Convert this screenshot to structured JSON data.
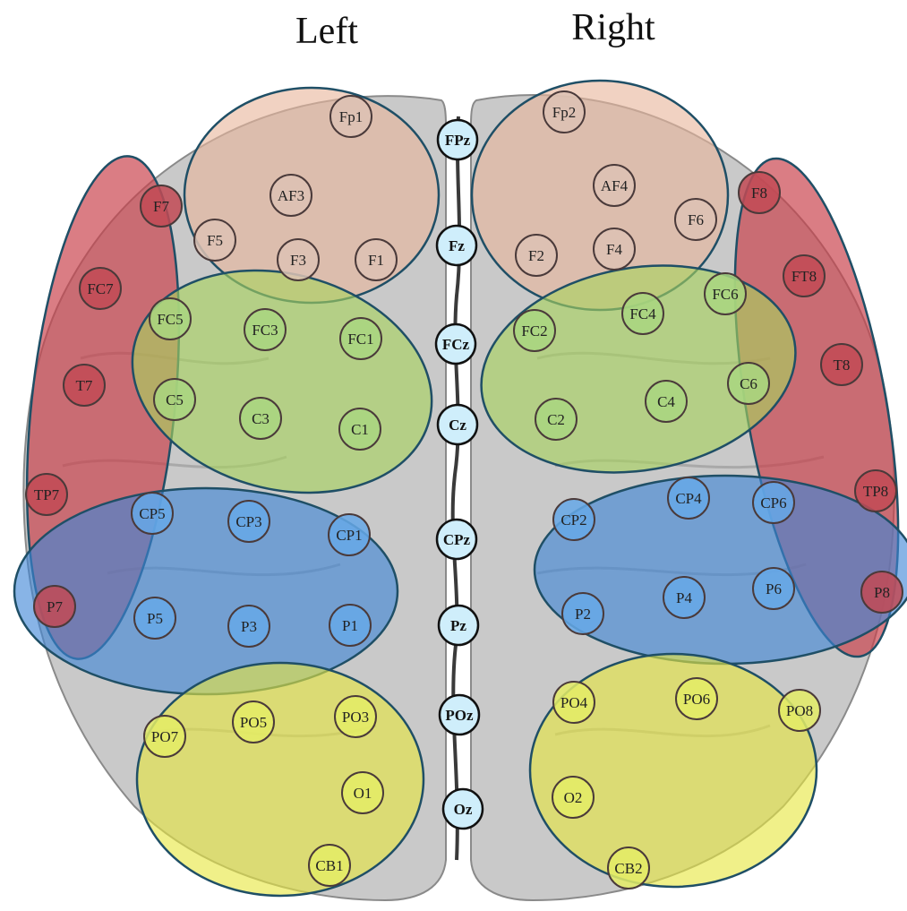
{
  "headers": {
    "left": "Left",
    "right": "Right"
  },
  "colors": {
    "background": "#ffffff",
    "brain": "#c9c9c9",
    "frontal": "#e8b79c",
    "temporal": "#c8404a",
    "central": "#a8d45e",
    "parietal": "#3f86d6",
    "occipital": "#e6e640",
    "midline_electrode": "#cfeefb",
    "region_border": "#1f4f66"
  },
  "regions": [
    {
      "id": "frontal-left",
      "color": "frontal"
    },
    {
      "id": "frontal-right",
      "color": "frontal"
    },
    {
      "id": "temporal-left",
      "color": "temporal"
    },
    {
      "id": "temporal-right",
      "color": "temporal"
    },
    {
      "id": "central-left",
      "color": "central"
    },
    {
      "id": "central-right",
      "color": "central"
    },
    {
      "id": "parietal-left",
      "color": "parietal"
    },
    {
      "id": "parietal-right",
      "color": "parietal"
    },
    {
      "id": "occipital-left",
      "color": "occipital"
    },
    {
      "id": "occipital-right",
      "color": "occipital"
    }
  ],
  "electrodes": [
    {
      "label": "Fp1",
      "group": "frontal"
    },
    {
      "label": "Fp2",
      "group": "frontal"
    },
    {
      "label": "AF3",
      "group": "frontal"
    },
    {
      "label": "AF4",
      "group": "frontal"
    },
    {
      "label": "F5",
      "group": "frontal"
    },
    {
      "label": "F3",
      "group": "frontal"
    },
    {
      "label": "F1",
      "group": "frontal"
    },
    {
      "label": "F2",
      "group": "frontal"
    },
    {
      "label": "F4",
      "group": "frontal"
    },
    {
      "label": "F6",
      "group": "frontal"
    },
    {
      "label": "F7",
      "group": "temporal"
    },
    {
      "label": "FC7",
      "group": "temporal"
    },
    {
      "label": "T7",
      "group": "temporal"
    },
    {
      "label": "TP7",
      "group": "temporal"
    },
    {
      "label": "P7",
      "group": "temporal"
    },
    {
      "label": "F8",
      "group": "temporal"
    },
    {
      "label": "FT8",
      "group": "temporal"
    },
    {
      "label": "T8",
      "group": "temporal"
    },
    {
      "label": "TP8",
      "group": "temporal"
    },
    {
      "label": "P8",
      "group": "temporal"
    },
    {
      "label": "FC5",
      "group": "central"
    },
    {
      "label": "FC3",
      "group": "central"
    },
    {
      "label": "FC1",
      "group": "central"
    },
    {
      "label": "C5",
      "group": "central"
    },
    {
      "label": "C3",
      "group": "central"
    },
    {
      "label": "C1",
      "group": "central"
    },
    {
      "label": "FC2",
      "group": "central"
    },
    {
      "label": "FC4",
      "group": "central"
    },
    {
      "label": "FC6",
      "group": "central"
    },
    {
      "label": "C2",
      "group": "central"
    },
    {
      "label": "C4",
      "group": "central"
    },
    {
      "label": "C6",
      "group": "central"
    },
    {
      "label": "CP5",
      "group": "parietal"
    },
    {
      "label": "CP3",
      "group": "parietal"
    },
    {
      "label": "CP1",
      "group": "parietal"
    },
    {
      "label": "P5",
      "group": "parietal"
    },
    {
      "label": "P3",
      "group": "parietal"
    },
    {
      "label": "P1",
      "group": "parietal"
    },
    {
      "label": "CP2",
      "group": "parietal"
    },
    {
      "label": "CP4",
      "group": "parietal"
    },
    {
      "label": "CP6",
      "group": "parietal"
    },
    {
      "label": "P2",
      "group": "parietal"
    },
    {
      "label": "P4",
      "group": "parietal"
    },
    {
      "label": "P6",
      "group": "parietal"
    },
    {
      "label": "PO7",
      "group": "occipital"
    },
    {
      "label": "PO5",
      "group": "occipital"
    },
    {
      "label": "PO3",
      "group": "occipital"
    },
    {
      "label": "O1",
      "group": "occipital"
    },
    {
      "label": "CB1",
      "group": "occipital"
    },
    {
      "label": "PO4",
      "group": "occipital"
    },
    {
      "label": "PO6",
      "group": "occipital"
    },
    {
      "label": "PO8",
      "group": "occipital"
    },
    {
      "label": "O2",
      "group": "occipital"
    },
    {
      "label": "CB2",
      "group": "occipital"
    },
    {
      "label": "FPz",
      "group": "midline"
    },
    {
      "label": "Fz",
      "group": "midline"
    },
    {
      "label": "FCz",
      "group": "midline"
    },
    {
      "label": "Cz",
      "group": "midline"
    },
    {
      "label": "CPz",
      "group": "midline"
    },
    {
      "label": "Pz",
      "group": "midline"
    },
    {
      "label": "POz",
      "group": "midline"
    },
    {
      "label": "Oz",
      "group": "midline"
    }
  ]
}
